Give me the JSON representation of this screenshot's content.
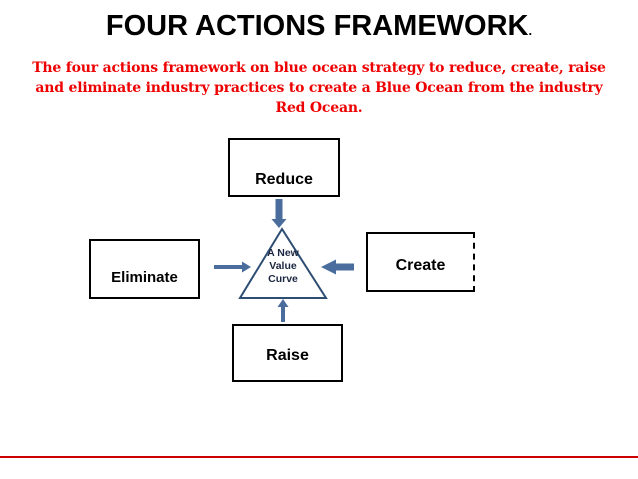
{
  "slide": {
    "title": "FOUR ACTIONS FRAMEWORK",
    "title_period": ".",
    "subtitle_lines": [
      "The four actions framework on blue ocean strategy to reduce, create, raise",
      "and eliminate industry practices to create a Blue Ocean from the industry",
      "Red Ocean."
    ],
    "boxes": [
      {
        "id": "reduce",
        "label": "Reduce",
        "position": "top"
      },
      {
        "id": "eliminate",
        "label": "Eliminate",
        "position": "left"
      },
      {
        "id": "create",
        "label": "Create",
        "position": "right"
      },
      {
        "id": "raise",
        "label": "Raise",
        "position": "bottom"
      }
    ],
    "triangle": {
      "lines": [
        "A New",
        "Value",
        "Curve"
      ]
    },
    "arrows": [
      {
        "name": "reduce-to-triangle",
        "direction": "down",
        "weight": "thick"
      },
      {
        "name": "eliminate-to-triangle",
        "direction": "right",
        "weight": "thin"
      },
      {
        "name": "create-to-triangle",
        "direction": "left",
        "weight": "thick"
      },
      {
        "name": "raise-to-triangle",
        "direction": "up",
        "weight": "thin"
      }
    ],
    "colors": {
      "title_text": "#000000",
      "subtitle_text": "#ee0000",
      "box_border": "#000000",
      "box_fill": "#ffffff",
      "arrow": "#4a6d9d",
      "triangle_border": "#2e4d73",
      "footer_line": "#cc0000"
    }
  }
}
